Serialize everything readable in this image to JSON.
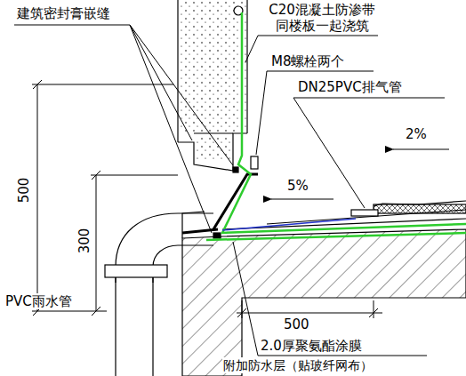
{
  "diagram": {
    "labels": [
      "建筑密封膏嵌缝",
      "C20混凝土防渗带 同楼板一起浇筑",
      "M8螺栓两个",
      "DN25PVC排气管",
      "2%",
      "5%",
      "500",
      "300",
      "PVC雨水管",
      "500",
      "2.0厚聚氨酯涂膜",
      "附加防水层（贴玻纤网布）"
    ]
  }
}
